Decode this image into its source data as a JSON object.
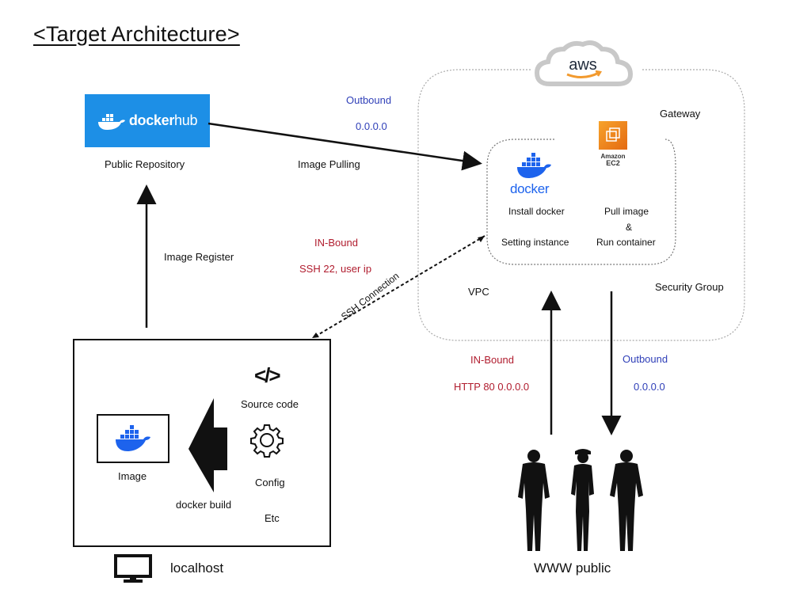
{
  "title": "<Target Architecture>",
  "docker_hub": {
    "logo_text_bold": "docker",
    "logo_text_light": "hub",
    "caption": "Public Repository"
  },
  "aws": {
    "logo_text": "aws",
    "gateway": "Gateway",
    "vpc": "VPC",
    "security_group": "Security Group",
    "ec2_label_line1": "Amazon",
    "ec2_label_line2": "EC2",
    "docker_logo_text": "docker",
    "install_docker": "Install docker",
    "setting_instance": "Setting instance",
    "pull_image": "Pull image",
    "ampersand": "&",
    "run_container": "Run container"
  },
  "flows": {
    "outbound_top": "Outbound",
    "outbound_top_ip": "0.0.0.0",
    "image_pulling": "Image Pulling",
    "inbound_ssh": "IN-Bound",
    "ssh_detail": "SSH 22, user ip",
    "ssh_connection": "SSH Connection",
    "image_register": "Image Register",
    "inbound_http": "IN-Bound",
    "http_detail": "HTTP 80 0.0.0.0",
    "outbound_bottom": "Outbound",
    "outbound_bottom_ip": "0.0.0.0"
  },
  "localhost": {
    "image_label": "Image",
    "docker_build": "docker build",
    "source_code_symbol": "</>",
    "source_code": "Source code",
    "config": "Config",
    "etc": "Etc",
    "label": "localhost"
  },
  "public": {
    "label": "WWW public"
  },
  "colors": {
    "blue_text": "#2f3fb8",
    "red_text": "#b01c2e",
    "docker_blue": "#1d63ed",
    "hub_blue": "#1d8fe6",
    "aws_orange": "#f29a2e"
  }
}
